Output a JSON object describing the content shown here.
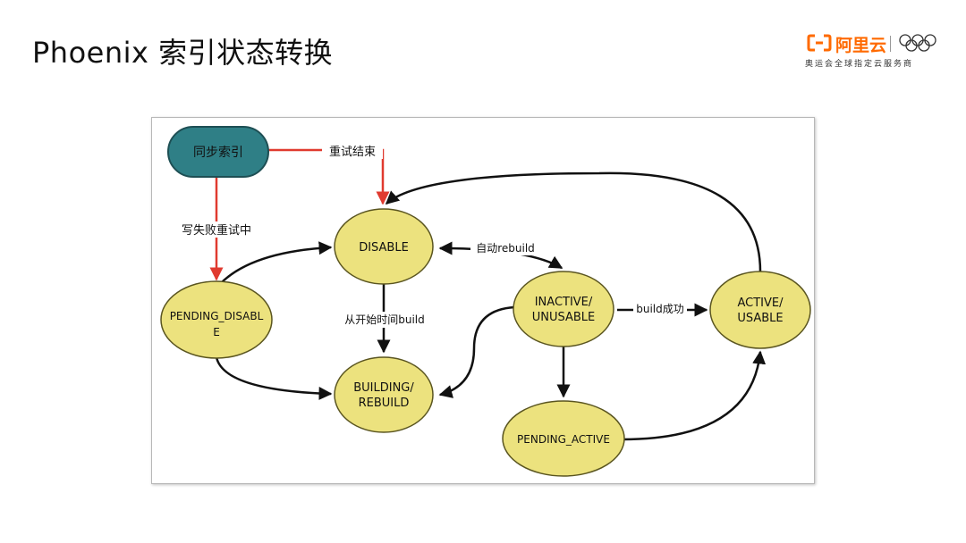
{
  "slide": {
    "title": "Phoenix 索引状态转换"
  },
  "logo": {
    "brand": "阿里云",
    "tagline": "奥运会全球指定云服务商",
    "brand_color": "#ff6a00"
  },
  "diagram": {
    "colors": {
      "state_fill": "#ece27e",
      "state_stroke": "#5a5520",
      "start_fill": "#2f7f86",
      "start_stroke": "#1e4f54",
      "edge": "#111111",
      "highlight_edge": "#e03a2f"
    },
    "nodes": {
      "sync_index": "同步索引",
      "disable": "DISABLE",
      "pending_disable_line1": "PENDING_DISABL",
      "pending_disable_line2": "E",
      "building_line1": "BUILDING/",
      "building_line2": "REBUILD",
      "inactive_line1": "INACTIVE/",
      "inactive_line2": "UNUSABLE",
      "active_line1": "ACTIVE/",
      "active_line2": "USABLE",
      "pending_active": "PENDING_ACTIVE"
    },
    "edges": {
      "retry_end": "重试结束",
      "write_fail_retry": "写失败重试中",
      "auto_rebuild": "自动rebuild",
      "build_from_start": "从开始时间build",
      "build_success": "build成功"
    }
  }
}
